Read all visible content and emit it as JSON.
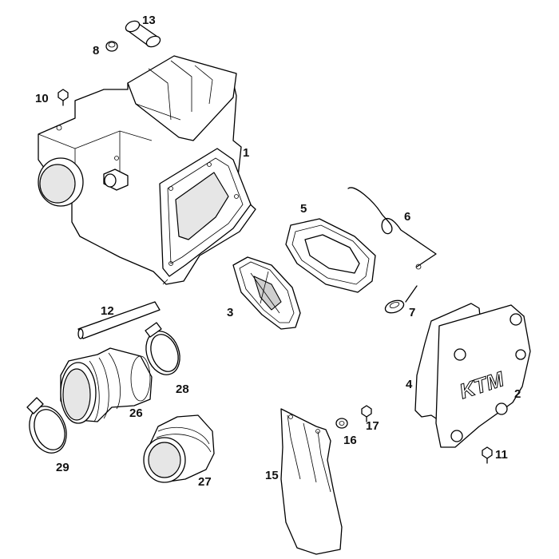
{
  "diagram": {
    "callouts": [
      "13",
      "8",
      "10",
      "1",
      "5",
      "6",
      "7",
      "3",
      "12",
      "28",
      "4",
      "2",
      "26",
      "17",
      "16",
      "29",
      "27",
      "15",
      "11"
    ],
    "logo_text": "KTM"
  }
}
